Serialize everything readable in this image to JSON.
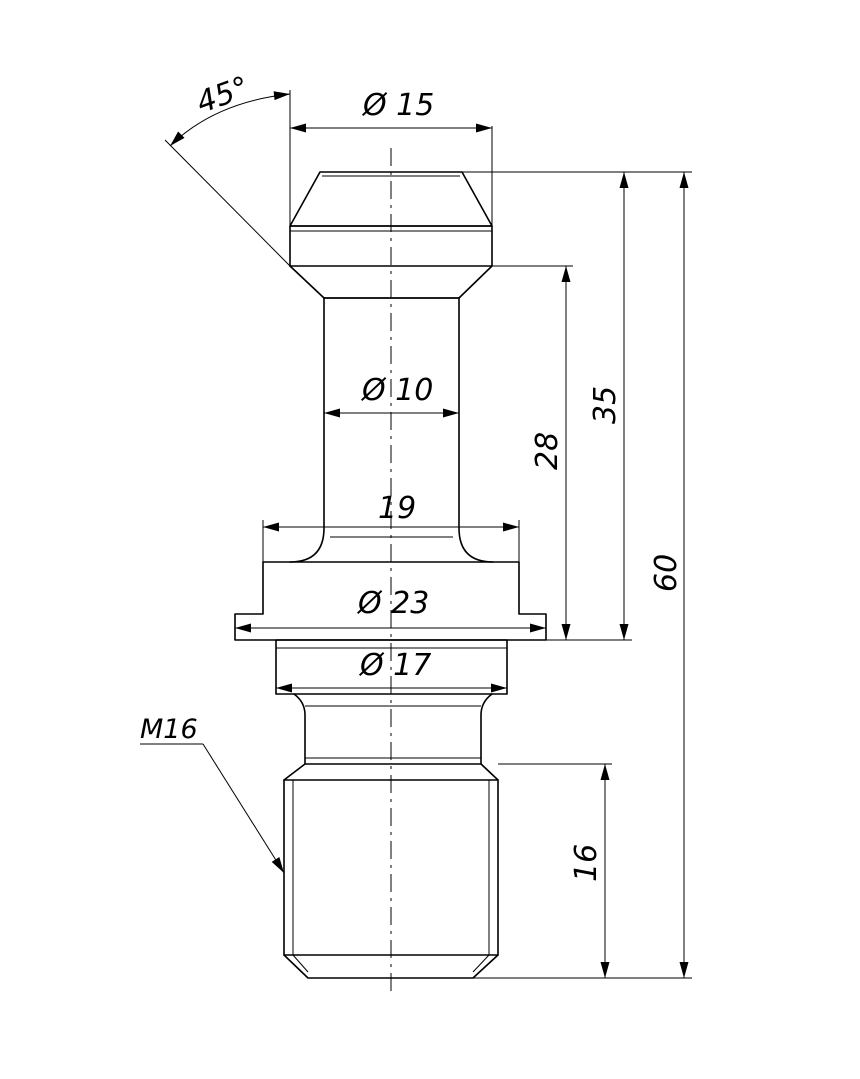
{
  "dimensions": {
    "angle": "45°",
    "dia_top": "Ø 15",
    "dia_neck": "Ø 10",
    "width_19": "19",
    "dia_flange": "Ø 23",
    "dia_17": "Ø 17",
    "thread": "M16",
    "len_28": "28",
    "len_35": "35",
    "len_60": "60",
    "len_16": "16"
  }
}
